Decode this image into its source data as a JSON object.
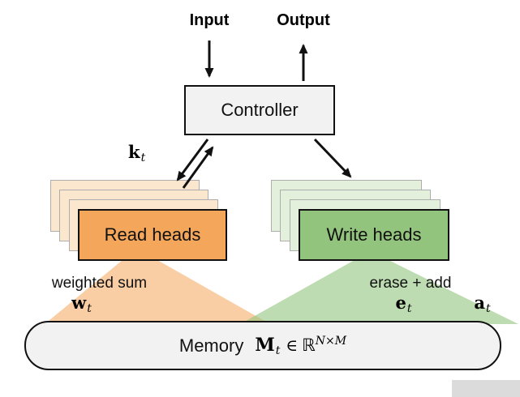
{
  "diagram": {
    "input_label": "Input",
    "output_label": "Output",
    "controller_label": "Controller",
    "read_heads_label": "Read heads",
    "write_heads_label": "Write heads",
    "weighted_sum_label": "weighted sum",
    "erase_add_label": "erase + add",
    "memory": {
      "label": "Memory",
      "matrix_symbol": "M",
      "matrix_subscript": "t",
      "element_of": "∈",
      "reals_symbol": "ℝ",
      "superscript": "N×M"
    },
    "symbols": {
      "key": {
        "base": "k",
        "sub": "t"
      },
      "weight": {
        "base": "w",
        "sub": "t"
      },
      "erase": {
        "base": "e",
        "sub": "t"
      },
      "add": {
        "base": "a",
        "sub": "t"
      }
    }
  },
  "colors": {
    "read_heads_fill": "#F4A65A",
    "write_heads_fill": "#93C47D",
    "read_stack_fill": "#FBE7CE",
    "write_stack_fill": "#E3F0DB",
    "read_triangle": "rgba(244,166,90,0.55)",
    "write_triangle": "rgba(147,196,125,0.6)",
    "box_fill": "#F2F2F2",
    "border": "#111111",
    "arrow": "#111111"
  }
}
